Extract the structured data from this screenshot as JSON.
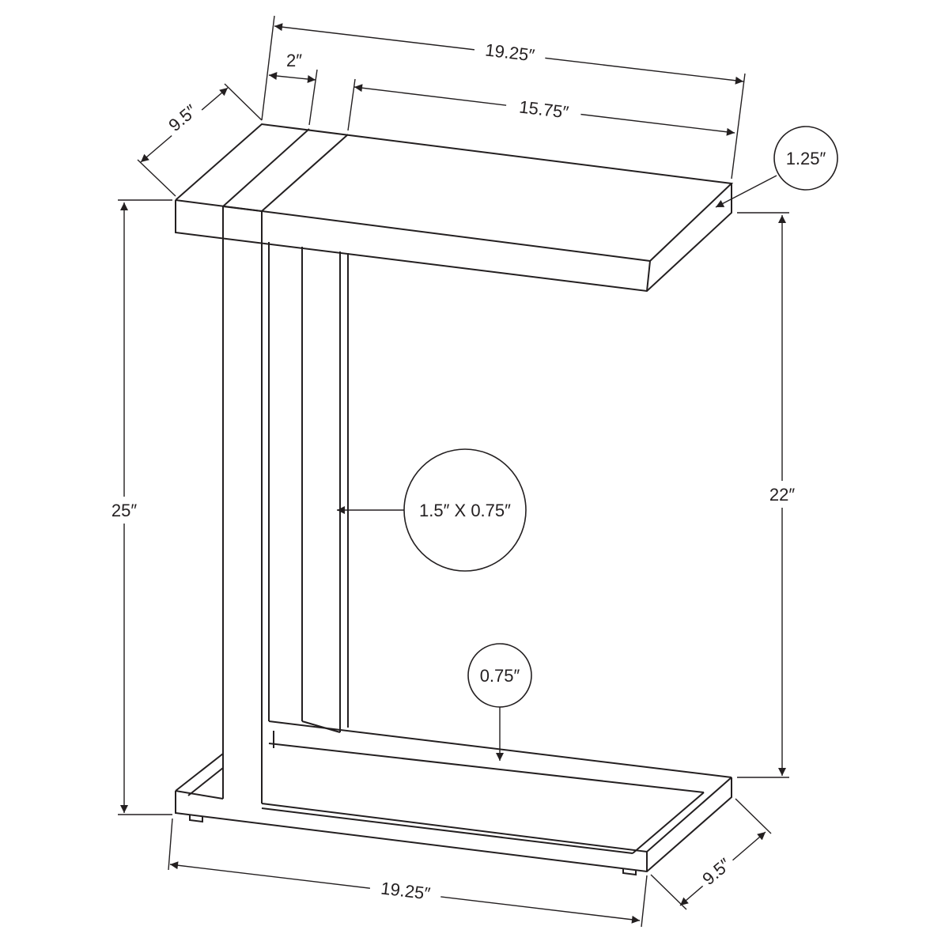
{
  "dimensions": {
    "top_width": "19.25″",
    "top_depth": "9.5″",
    "post_width": "2″",
    "inner_top_width": "15.75″",
    "top_thickness": "1.25″",
    "overall_height": "25″",
    "clearance_height": "22″",
    "tube_size": "1.5″ X 0.75″",
    "base_tube": "0.75″",
    "base_width": "19.25″",
    "base_depth": "9.5″"
  }
}
